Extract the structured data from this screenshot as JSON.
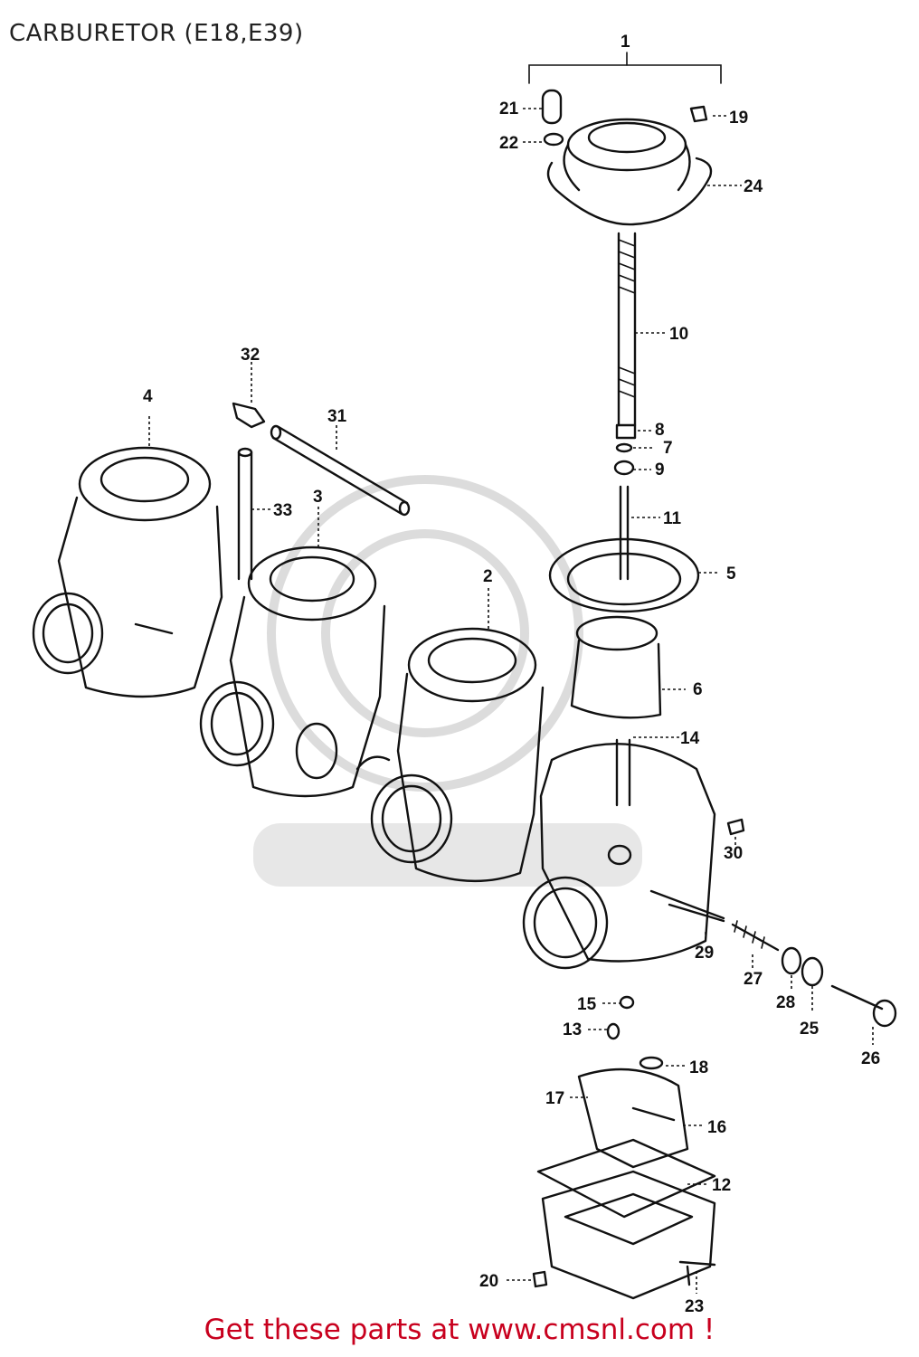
{
  "title": "CARBURETOR (E18,E39)",
  "footer": "Get these parts at www.cmsnl.com !",
  "callouts": [
    "1",
    "2",
    "3",
    "4",
    "5",
    "6",
    "7",
    "8",
    "9",
    "10",
    "11",
    "12",
    "13",
    "14",
    "15",
    "16",
    "17",
    "18",
    "19",
    "20",
    "21",
    "22",
    "23",
    "24",
    "25",
    "26",
    "27",
    "28",
    "29",
    "30",
    "31",
    "32",
    "33"
  ]
}
